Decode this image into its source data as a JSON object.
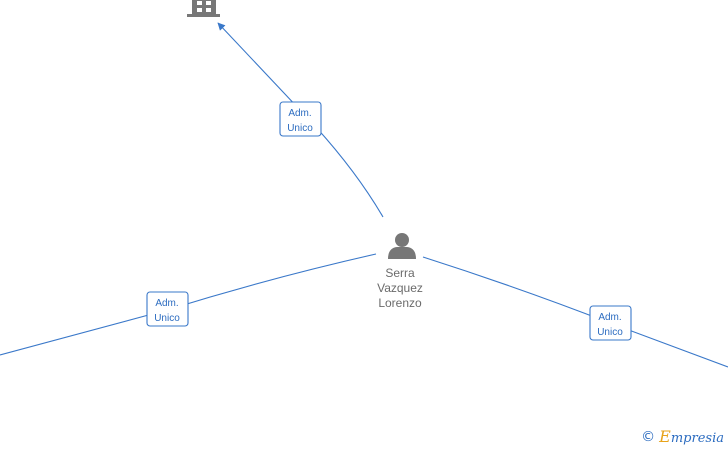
{
  "diagram": {
    "person": {
      "name_lines": [
        "Serra",
        "Vazquez",
        "Lorenzo"
      ],
      "icon": "person-icon"
    },
    "company": {
      "icon": "building-icon"
    },
    "edges": [
      {
        "id": "to-company",
        "label_lines": [
          "Adm.",
          "Unico"
        ]
      },
      {
        "id": "to-left",
        "label_lines": [
          "Adm.",
          "Unico"
        ]
      },
      {
        "id": "to-right",
        "label_lines": [
          "Adm.",
          "Unico"
        ]
      }
    ],
    "colors": {
      "edge": "#3a78c9",
      "icon": "#777777",
      "label_text": "#2c6cc0"
    }
  },
  "watermark": {
    "copyright_symbol": "©",
    "brand_first": "E",
    "brand_rest": "mpresia"
  }
}
